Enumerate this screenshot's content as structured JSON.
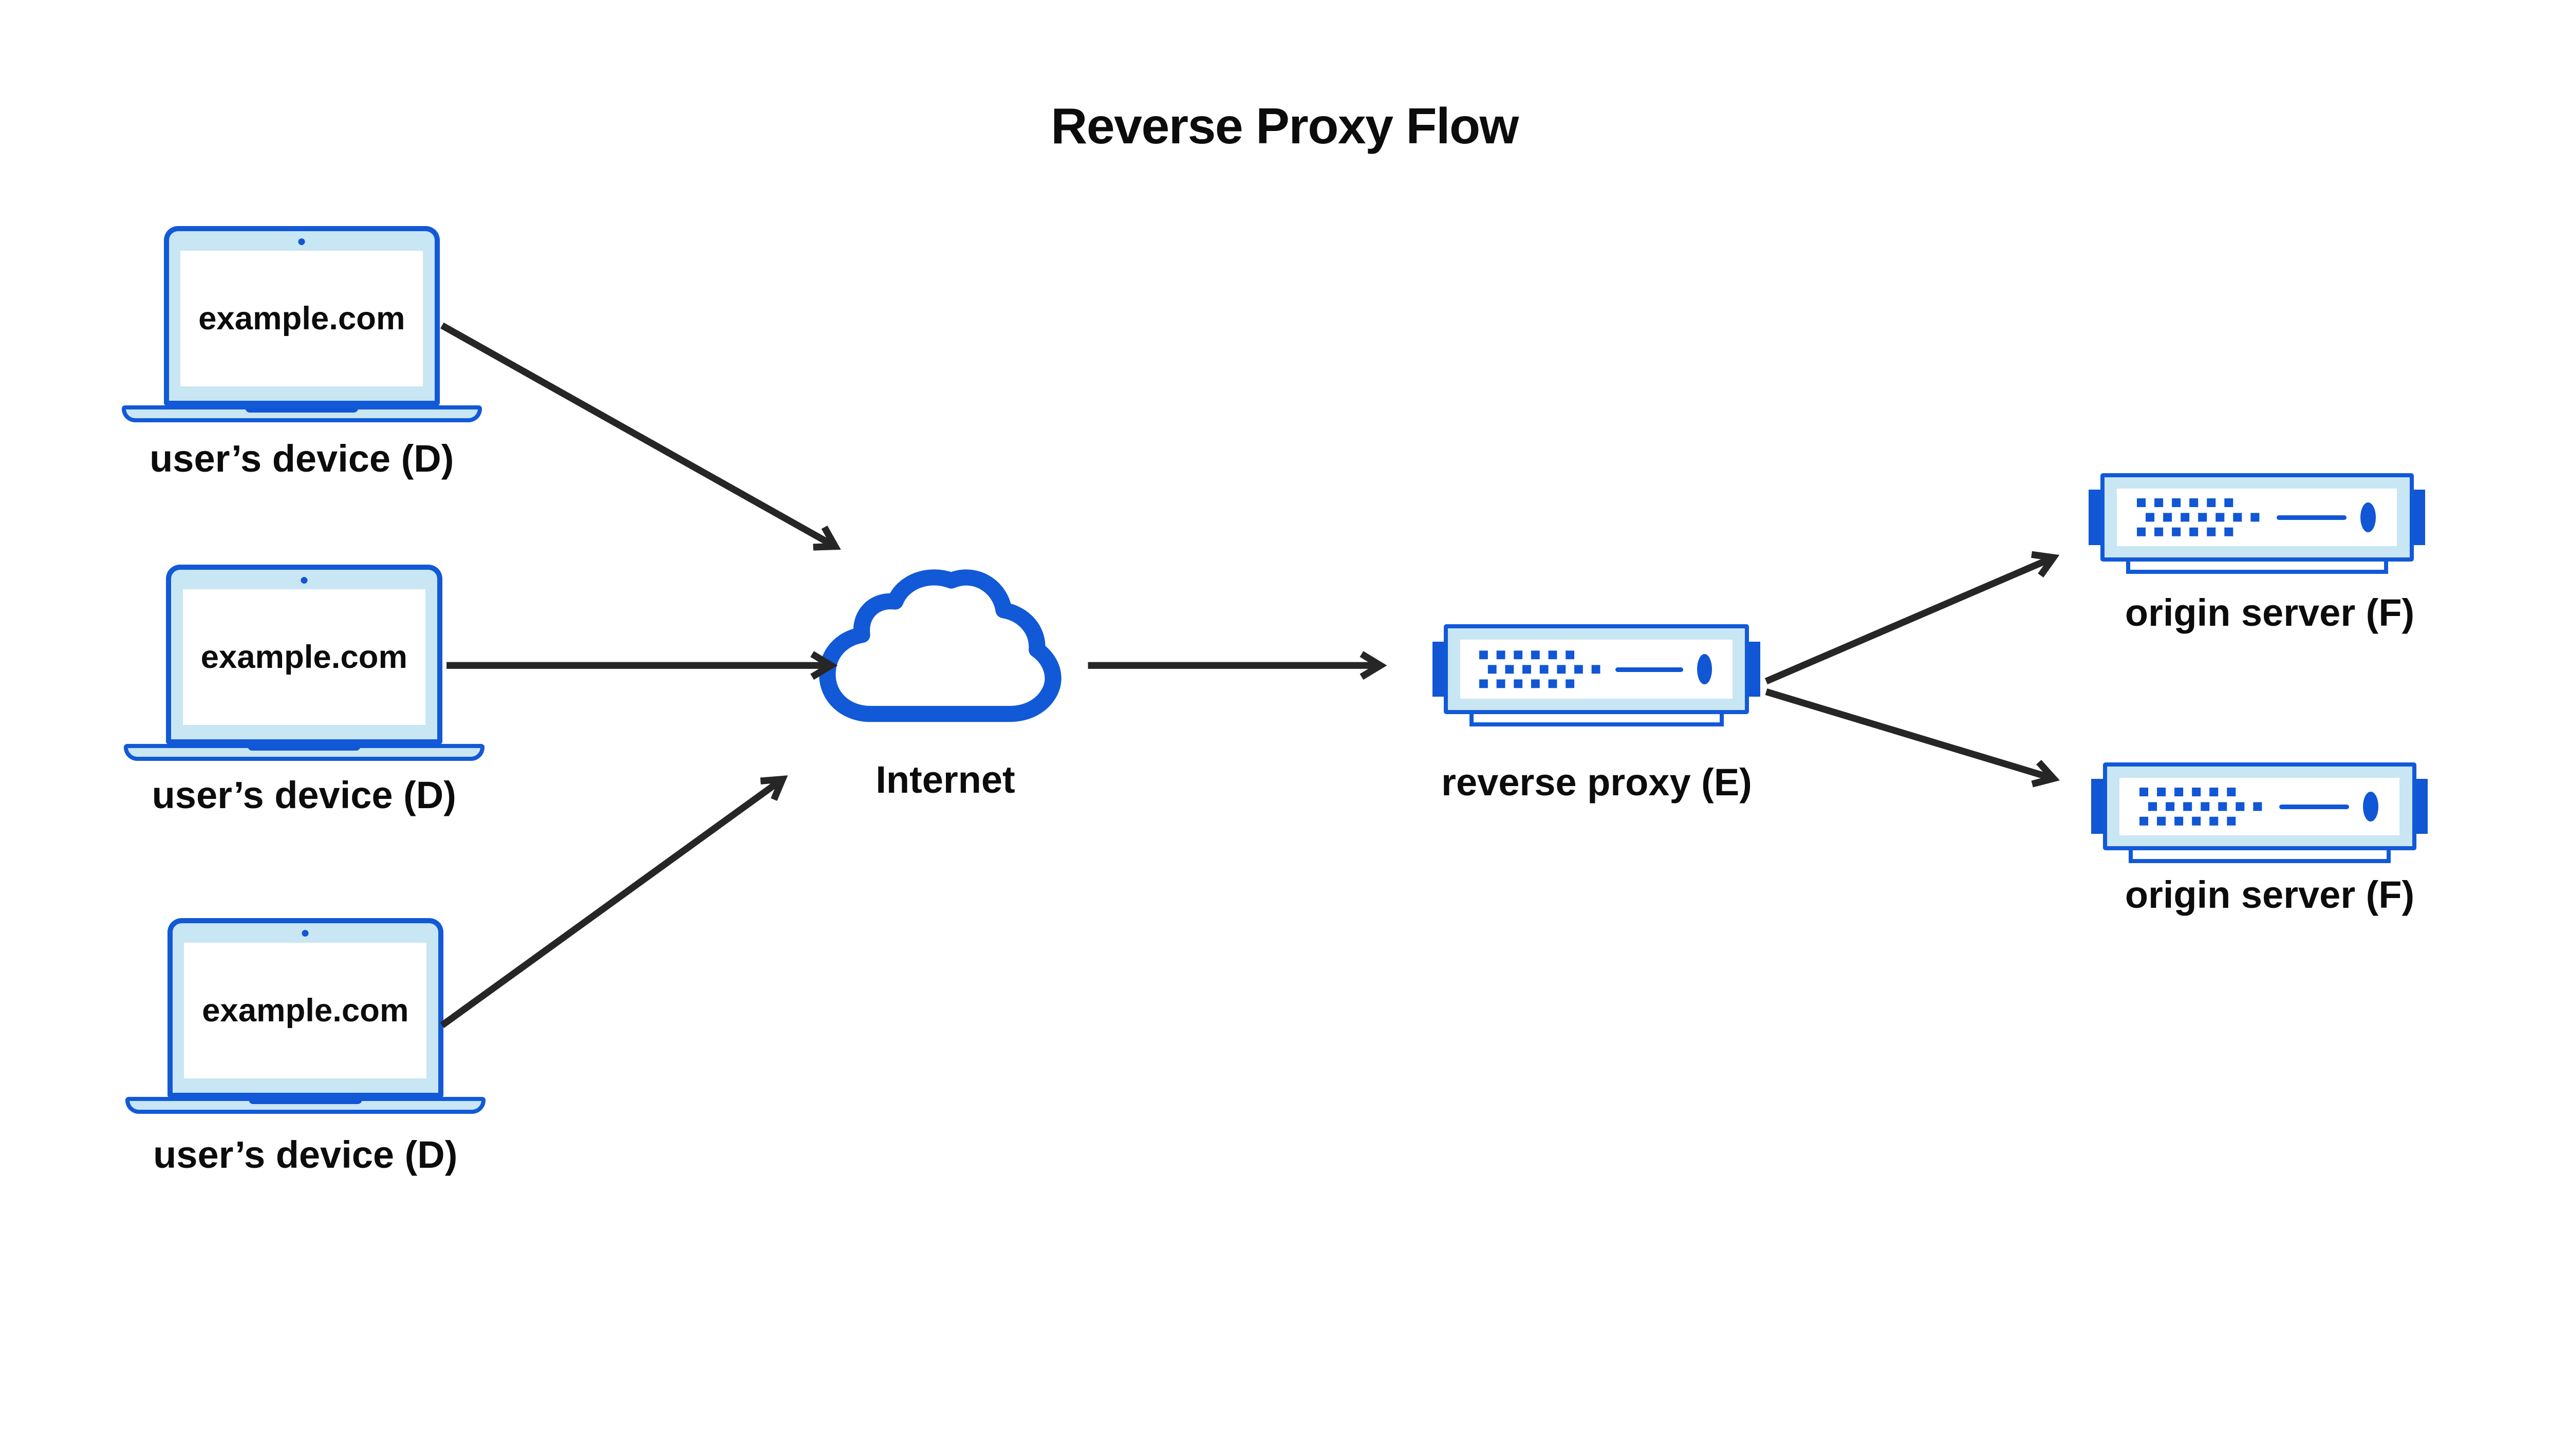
{
  "title": "Reverse Proxy Flow",
  "colors": {
    "outline_blue": "#1259d8",
    "accent_blue": "#1156d4",
    "light_blue_fill": "#c8e6f3",
    "arrow_black": "#262626",
    "text_black": "#0c0c0c",
    "background": "#ffffff"
  },
  "user_devices": [
    {
      "screen_text": "example.com",
      "label": "user’s device (D)"
    },
    {
      "screen_text": "example.com",
      "label": "user’s device (D)"
    },
    {
      "screen_text": "example.com",
      "label": "user’s device (D)"
    }
  ],
  "internet": {
    "label": "Internet"
  },
  "reverse_proxy": {
    "label": "reverse proxy (E)"
  },
  "origin_servers": [
    {
      "label": "origin server (F)"
    },
    {
      "label": "origin server (F)"
    }
  ],
  "flows": [
    {
      "from": "user-device-1",
      "to": "internet"
    },
    {
      "from": "user-device-2",
      "to": "internet"
    },
    {
      "from": "user-device-3",
      "to": "internet"
    },
    {
      "from": "internet",
      "to": "reverse-proxy"
    },
    {
      "from": "reverse-proxy",
      "to": "origin-server-1"
    },
    {
      "from": "reverse-proxy",
      "to": "origin-server-2"
    }
  ]
}
